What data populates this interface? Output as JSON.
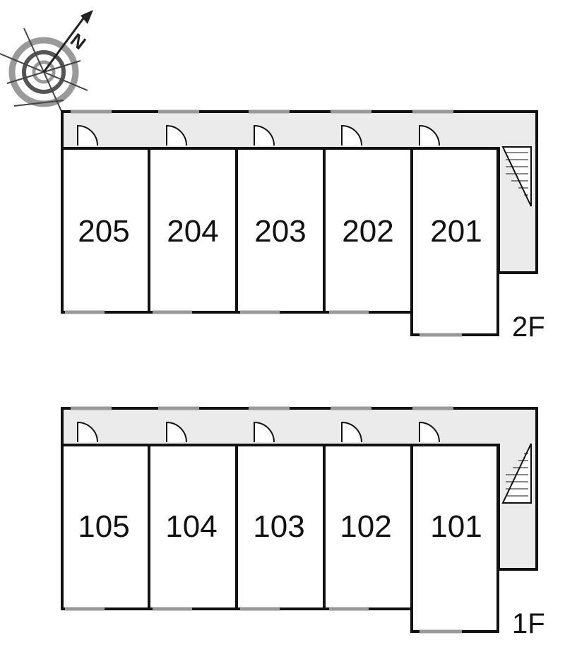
{
  "compass": {
    "icon": "compass-icon",
    "letter": "N"
  },
  "floors": [
    {
      "id": "2F",
      "label": "2F",
      "rooms": [
        "205",
        "204",
        "203",
        "202",
        "201"
      ]
    },
    {
      "id": "1F",
      "label": "1F",
      "rooms": [
        "105",
        "104",
        "103",
        "102",
        "101"
      ]
    }
  ],
  "colors": {
    "corridor": "#ebebeb",
    "wall": "#111111",
    "window": "#9a9a9a",
    "door": "#ffffff"
  }
}
